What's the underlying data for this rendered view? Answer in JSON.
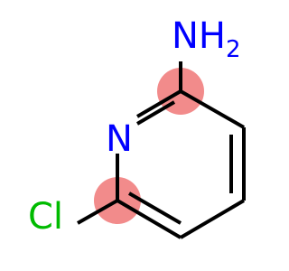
{
  "molecule": {
    "atoms": {
      "amine": {
        "symbol": "NH",
        "subscript": "2",
        "color": "#0000ff"
      },
      "ring_nitrogen": {
        "symbol": "N",
        "color": "#0000ff"
      },
      "chlorine": {
        "symbol": "Cl",
        "color": "#00bb00"
      }
    },
    "highlight_color": "#f28b8b",
    "bond_color": "#000000"
  }
}
